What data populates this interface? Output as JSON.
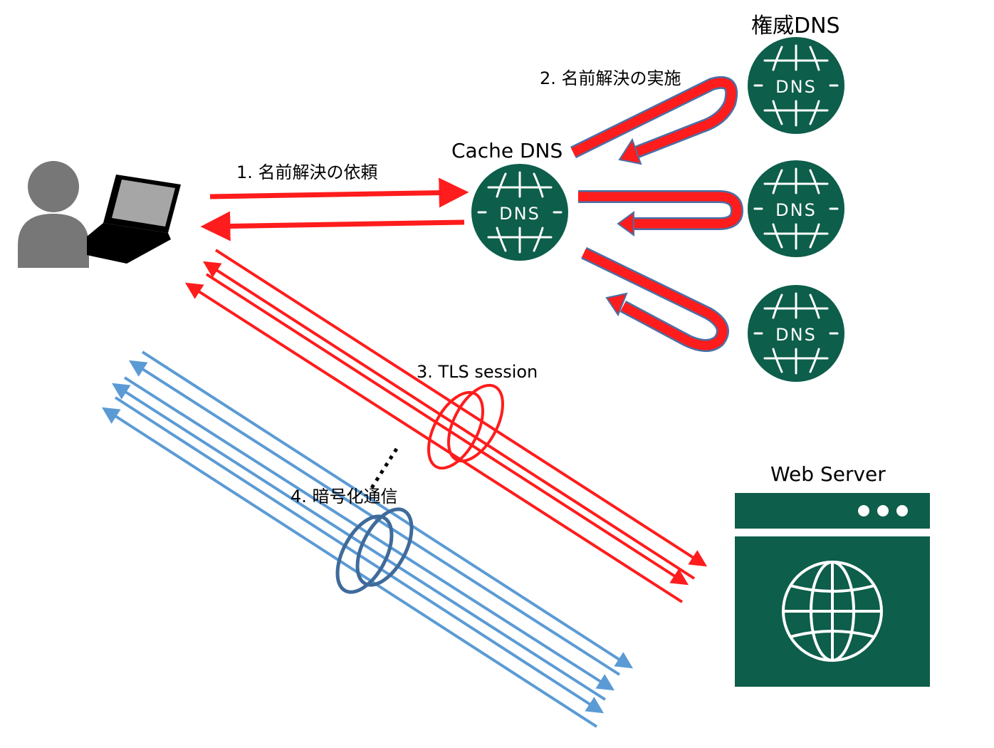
{
  "labels": {
    "step1": "1. 名前解決の依頼",
    "step2": "2. 名前解決の実施",
    "step3": "3. TLS session",
    "step4": "4. 暗号化通信",
    "cache_dns": "Cache DNS",
    "auth_dns": "権威DNS",
    "web_server": "Web Server"
  },
  "servers": {
    "cache": "DNS",
    "auth1": "DNS",
    "auth2": "DNS",
    "auth3": "DNS"
  },
  "colors": {
    "server_green": "#0d5e4a",
    "arrow_red": "#ff1c1c",
    "arrow_blue": "#5b9bd5",
    "ring_blue": "#3f6b9a",
    "person_gray": "#777777"
  },
  "icons": {
    "user": "person-icon",
    "client": "laptop-icon",
    "dns": "globe-icon",
    "web": "browser-window-icon"
  }
}
